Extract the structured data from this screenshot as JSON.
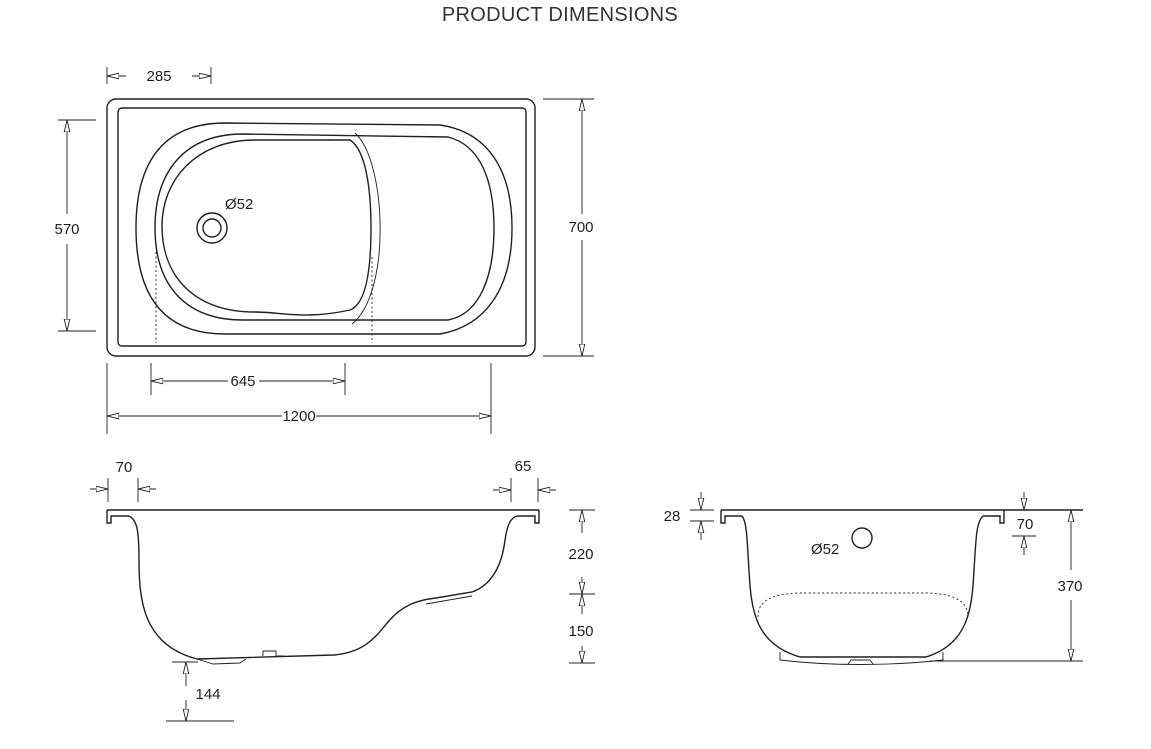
{
  "title": "PRODUCT DIMENSIONS",
  "plan_view": {
    "dim_seat_offset": "285",
    "dim_inner_width": "570",
    "dim_overall_width": "700",
    "dim_drain": "Ø52",
    "dim_inner_length": "645",
    "dim_overall_length": "1200"
  },
  "side_view": {
    "dim_left_rim": "70",
    "dim_right_rim": "65",
    "dim_upper_depth": "220",
    "dim_lower_depth": "150",
    "dim_bottom": "144"
  },
  "end_view": {
    "dim_rim_thickness": "28",
    "dim_overflow": "Ø52",
    "dim_overflow_offset": "70",
    "dim_height": "370"
  }
}
